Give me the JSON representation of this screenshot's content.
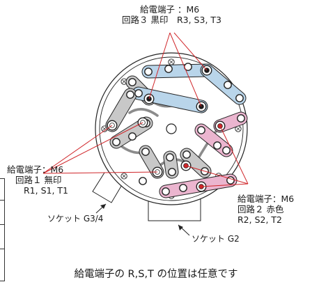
{
  "labels": {
    "group3": {
      "line1": "給電端子 ：M6",
      "line2": "回路３ 黒印　R3, S3, T3",
      "marker_color": "#1a1a1a"
    },
    "group1": {
      "line1": "給電端子：M6",
      "line2": "回路１ 無印",
      "line3": "R1, S1, T1",
      "marker_color": "#ffffff"
    },
    "group2": {
      "line1": "給電端子：M6",
      "line2": "回路２ 赤色",
      "line3": "R2, S2, T2",
      "marker_color": "#d0262a"
    }
  },
  "sockets": {
    "g34": "ソケット G3/4",
    "g2": "ソケット G2"
  },
  "note": "給電端子の R,S,T の位置は任意です",
  "colors": {
    "leader": "#d0262a",
    "link_blue": "#b9d5ea",
    "link_pink": "#ebb5cf",
    "link_gray": "#c8c8c8",
    "wire": "#8c8c8c",
    "outline": "#222222"
  }
}
